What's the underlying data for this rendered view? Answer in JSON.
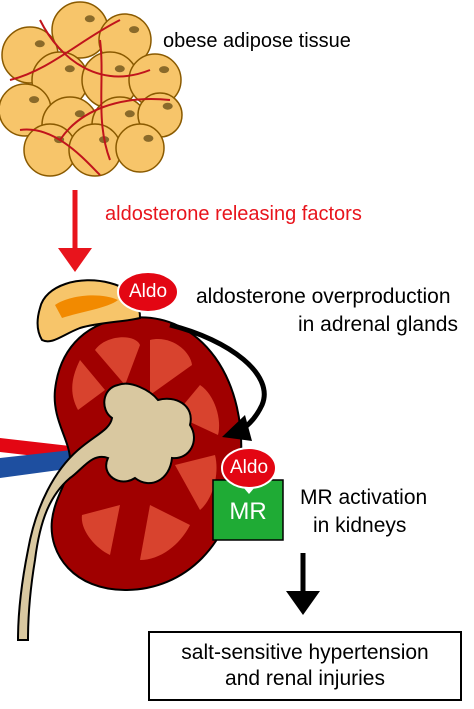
{
  "adipose": {
    "label": "obese adipose tissue"
  },
  "releasing": {
    "label": "aldosterone releasing factors"
  },
  "adrenal": {
    "badge": "Aldo",
    "line1": "aldosterone overproduction",
    "line2": "in adrenal glands"
  },
  "kidney": {
    "aldo_badge": "Aldo",
    "mr_label": "MR",
    "line1": "MR activation",
    "line2": "in kidneys"
  },
  "outcome": {
    "line1": "salt-sensitive hypertension",
    "line2": "and renal injuries"
  },
  "colors": {
    "fat_cell": "#f7c56a",
    "fat_outline": "#8a5a00",
    "vessel": "#c0141c",
    "arrow_red": "#e8141c",
    "adrenal": "#f7c56a",
    "adrenal_inner": "#f28a00",
    "kidney": "#a00000",
    "pyramid": "#d8432e",
    "pelvis": "#d9c8a0",
    "mr_box": "#1fab35",
    "aldo_badge": "#e30613",
    "artery": "#e30613",
    "vein": "#1e4fa0"
  }
}
